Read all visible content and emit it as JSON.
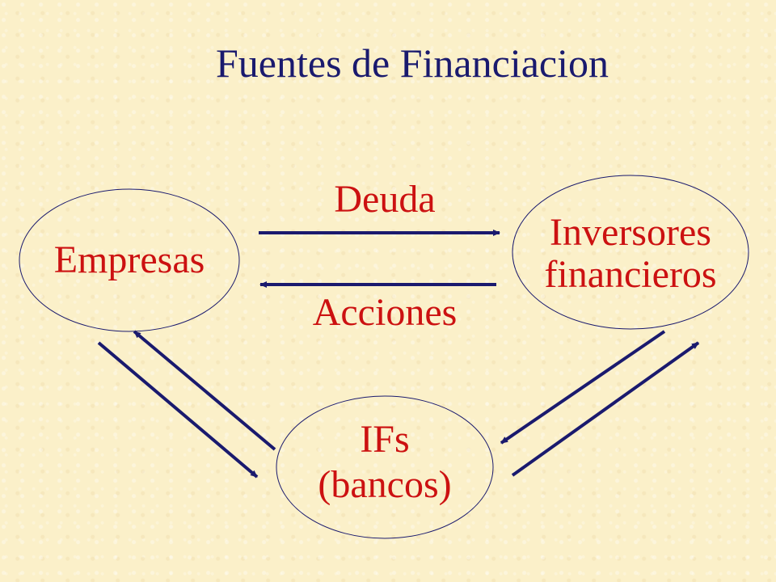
{
  "title": "Fuentes de Financiacion",
  "nodes": {
    "empresas": {
      "label": "Empresas"
    },
    "inversores": {
      "line1": "Inversores",
      "line2": "financieros"
    },
    "ifs": {
      "line1": "IFs",
      "line2": "(bancos)"
    }
  },
  "edges": {
    "deuda": "Deuda",
    "acciones": "Acciones"
  },
  "colors": {
    "title": "#1a1a6e",
    "text": "#cc1111",
    "arrow": "#1a1a6e",
    "ellipse_stroke": "#1a1a6e",
    "background": "#fbf0c9"
  }
}
